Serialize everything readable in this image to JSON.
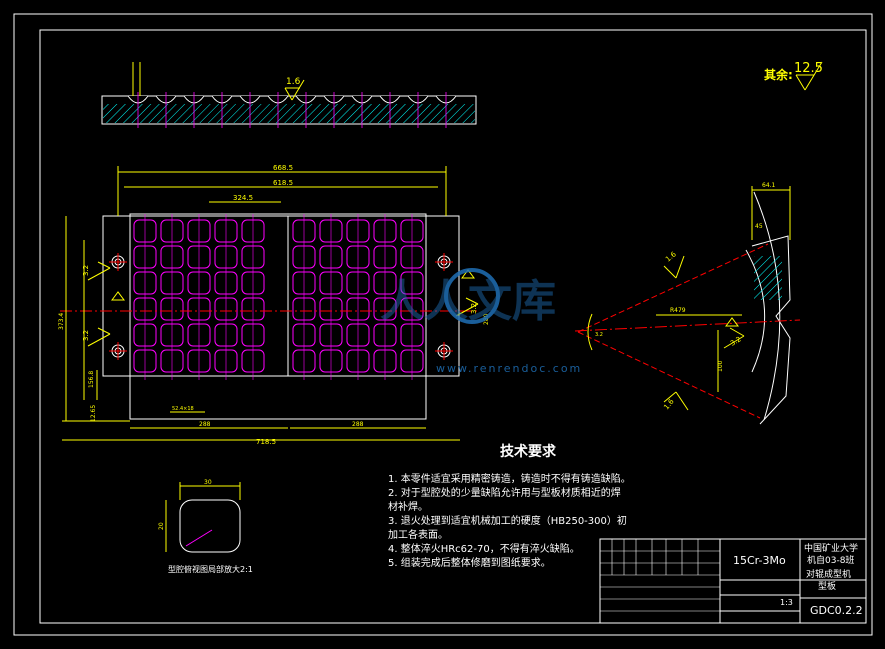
{
  "colors": {
    "background": "#000000",
    "frame": "#ffffff",
    "outline": "#ffffff",
    "dimension": "#ffff00",
    "cavity": "#ff00ff",
    "centerline": "#ff0000",
    "hatch": "#00ffff",
    "watermark": "#1f6fb5"
  },
  "icons": {
    "roughness_symbol": "roughness-triangle-icon",
    "bolt_hole": "bolt-hole-icon"
  },
  "roughness_note": {
    "label": "其余:",
    "value": "12.5"
  },
  "section_view": {
    "roughness": "1.6"
  },
  "plan_view": {
    "dims": {
      "overall_top": "668.5",
      "inner_top": "618.5",
      "cavity_half": "324.5",
      "bottom_left": "288",
      "bottom_right": "288",
      "overall_bottom": "718.5",
      "overall_height": "373.4",
      "left_small": "156.8",
      "bottom_small": "12.65",
      "cell_pitch": "52.4×18",
      "right_height": "280"
    },
    "roughness_left_1": "3.2",
    "roughness_left_2": "3.2",
    "roughness_right": "3.2"
  },
  "side_view": {
    "dims": {
      "top_width": "64.1",
      "top_offset": "45",
      "radius": "R479",
      "small": "3.2",
      "vertical": "100"
    },
    "roughness_1": "1.6",
    "roughness_2": "1.6",
    "roughness_3": "3.2"
  },
  "watermark": {
    "text": "人人文库",
    "url": "www.renrendoc.com"
  },
  "tech_requirements": {
    "title": "技术要求",
    "items": [
      "1. 本零件适宜采用精密铸造，铸造时不得有铸造缺陷。",
      "2. 对于型腔处的少量缺陷允许用与型板材质相近的焊",
      "    材补焊。",
      "3. 退火处理到适宜机械加工的硬度（HB250-300）初",
      "    加工各表面。",
      "4. 整体淬火HRc62-70，不得有淬火缺陷。",
      "5. 组装完成后整体修磨到图纸要求。"
    ]
  },
  "detail": {
    "dim_width": "30",
    "dim_height": "20",
    "caption": "型腔俯视图局部放大2:1"
  },
  "title_block": {
    "material": "15Cr-3Mo",
    "school_line1": "中国矿业大学",
    "school_line2": "机自03-8班",
    "part_line1": "对辊成型机",
    "part_line2": "型板",
    "scale": "1:3",
    "drawing_no": "GDC0.2.2"
  }
}
